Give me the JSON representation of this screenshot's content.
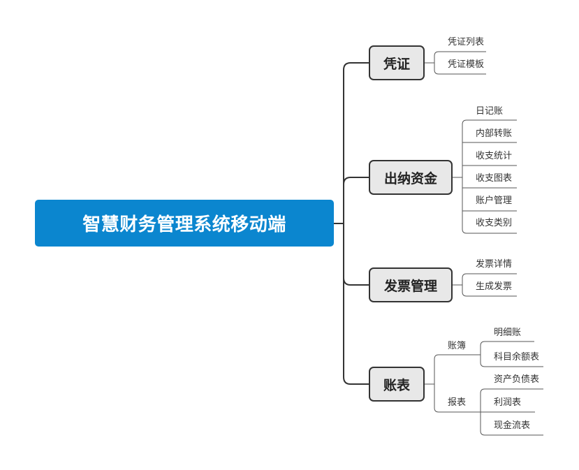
{
  "root": {
    "label": "智慧财务管理系统移动端"
  },
  "branches": [
    {
      "label": "凭证",
      "leaves": [
        "凭证列表",
        "凭证模板"
      ]
    },
    {
      "label": "出纳资金",
      "leaves": [
        "日记账",
        "内部转账",
        "收支统计",
        "收支图表",
        "账户管理",
        "收支类别"
      ]
    },
    {
      "label": "发票管理",
      "leaves": [
        "发票详情",
        "生成发票"
      ]
    },
    {
      "label": "账表",
      "groups": [
        {
          "label": "账簿",
          "leaves": [
            "明细账",
            "科目余额表"
          ]
        },
        {
          "label": "报表",
          "leaves": [
            "资产负债表",
            "利润表",
            "现金流表"
          ]
        }
      ]
    }
  ],
  "colors": {
    "root_fill": "#0b86cf",
    "branch_fill": "#e8e8e8",
    "line": "#333333"
  }
}
